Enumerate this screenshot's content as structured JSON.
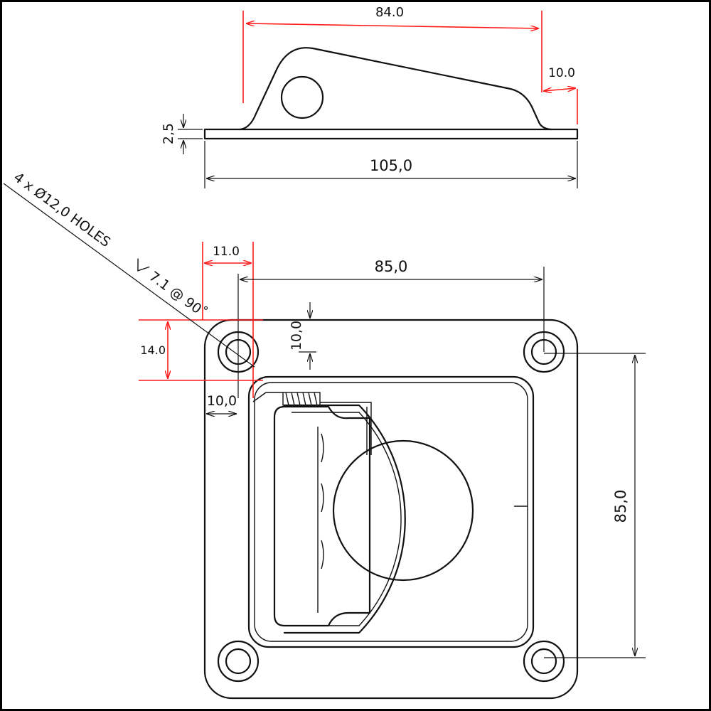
{
  "drawing": {
    "dimensions": {
      "side_length_84": "84.0",
      "side_offset_10": "10.0",
      "thickness_2_5": "2,5",
      "overall_105": "105,0",
      "hole_edge_11": "11.0",
      "hole_spacing_x_85": "85,0",
      "hole_diameter_14": "14.0",
      "hole_edge_y_10": "10,0",
      "hole_edge_x_10": "10,0",
      "hole_spacing_y_85": "85,0"
    },
    "callout": {
      "holes_label": "4 x Ø12,0 HOLES",
      "countersink_label": "7.1 @ 90˚"
    }
  }
}
